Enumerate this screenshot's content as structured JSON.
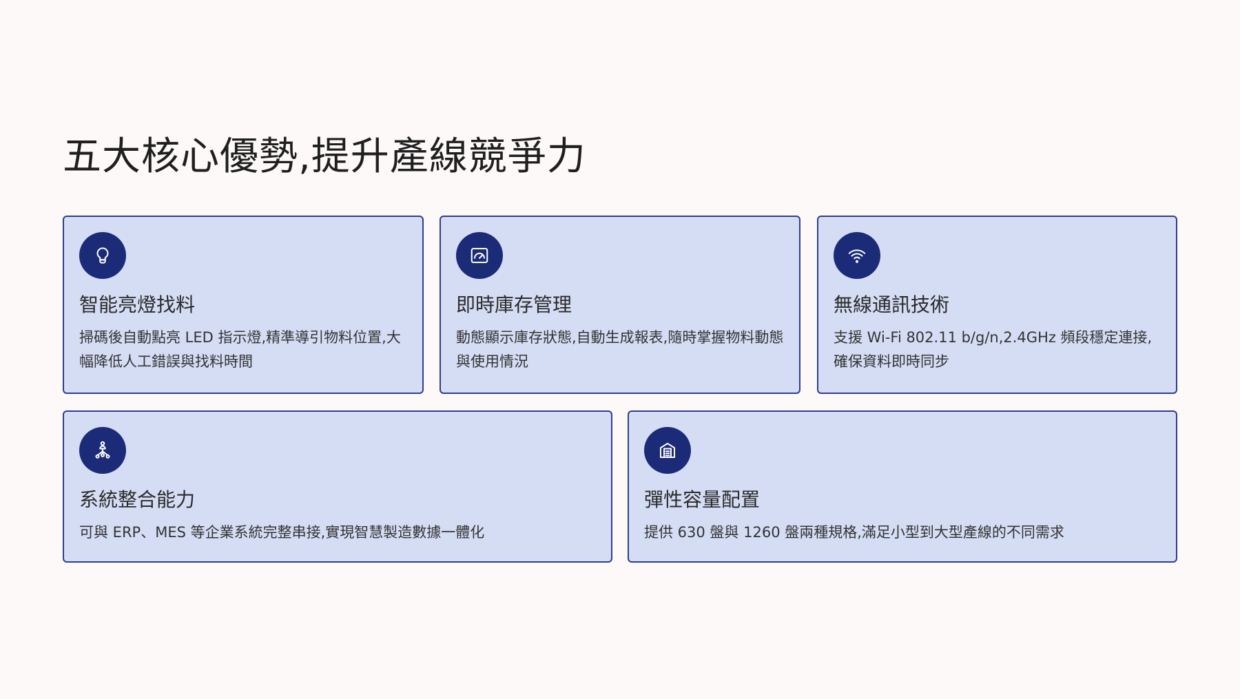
{
  "page": {
    "title": "五大核心優勢,提升產線競爭力"
  },
  "colors": {
    "background": "#fdf9f8",
    "card": "#d5ddf5",
    "border": "#2c3d8f",
    "icon_bg": "#1b2b78"
  },
  "features": [
    {
      "icon": "lightbulb-icon",
      "title": "智能亮燈找料",
      "description": "掃碼後自動點亮 LED 指示燈,精準導引物料位置,大幅降低人工錯誤與找料時間"
    },
    {
      "icon": "gauge-icon",
      "title": "即時庫存管理",
      "description": "動態顯示庫存狀態,自動生成報表,隨時掌握物料動態與使用情況"
    },
    {
      "icon": "wifi-icon",
      "title": "無線通訊技術",
      "description": "支援 Wi-Fi 802.11 b/g/n,2.4GHz 頻段穩定連接,確保資料即時同步"
    },
    {
      "icon": "network-icon",
      "title": "系統整合能力",
      "description": "可與 ERP、MES 等企業系統完整串接,實現智慧製造數據一體化"
    },
    {
      "icon": "warehouse-icon",
      "title": "彈性容量配置",
      "description": "提供 630 盤與 1260 盤兩種規格,滿足小型到大型產線的不同需求"
    }
  ]
}
